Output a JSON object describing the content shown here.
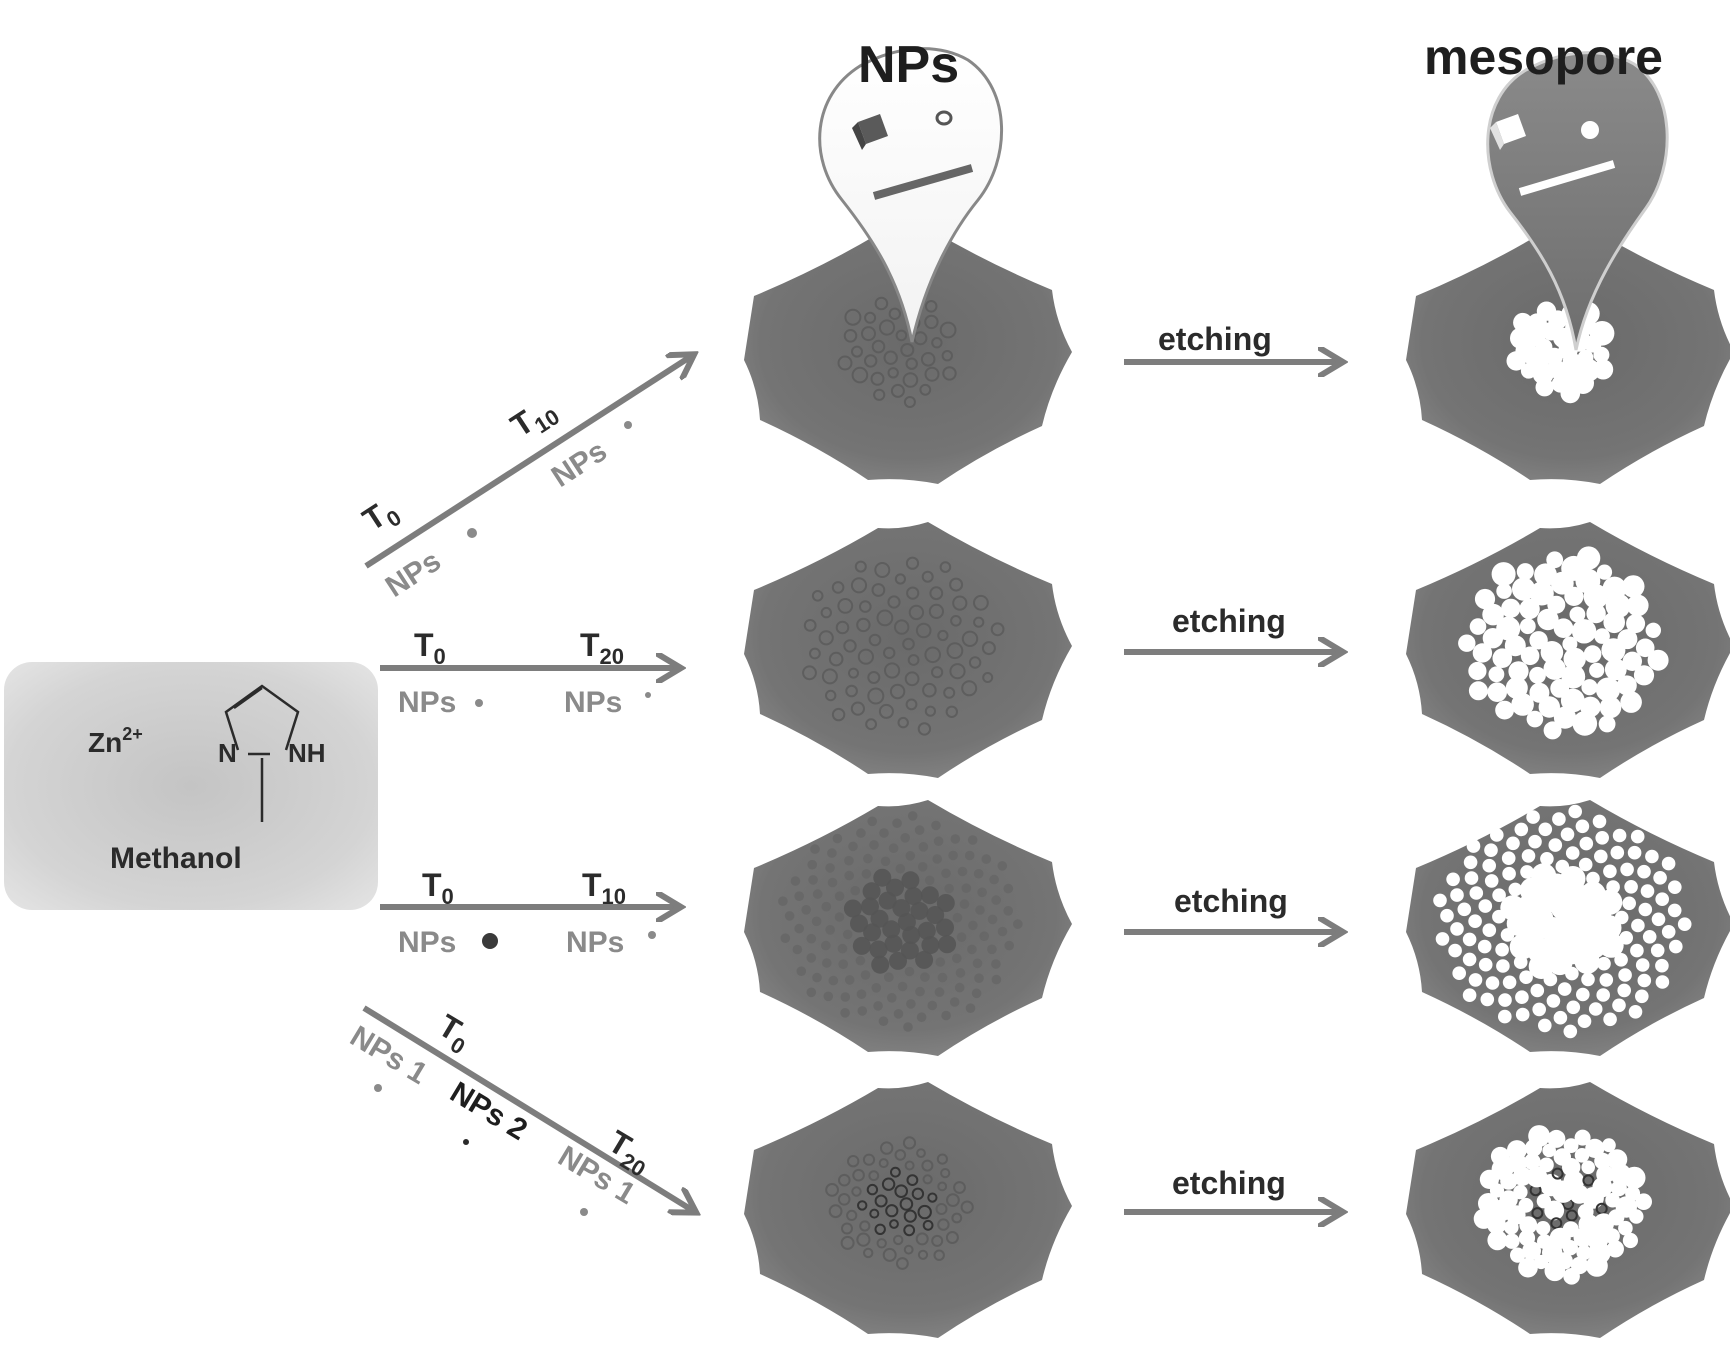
{
  "precursor": {
    "ion": "Zn",
    "ion_charge": "2+",
    "ligand_n": "N",
    "ligand_nh": "NH",
    "solvent": "Methanol"
  },
  "headers": {
    "nps": "NPs",
    "mesopore": "mesopore"
  },
  "routes": [
    {
      "t_start": "T",
      "t_start_sub": "0",
      "t_end": "T",
      "t_end_sub": "10",
      "np_start": "NPs",
      "np_end": "NPs",
      "etching": "etching"
    },
    {
      "t_start": "T",
      "t_start_sub": "0",
      "t_end": "T",
      "t_end_sub": "20",
      "np_start": "NPs",
      "np_end": "NPs",
      "etching": "etching"
    },
    {
      "t_start": "T",
      "t_start_sub": "0",
      "t_end": "T",
      "t_end_sub": "10",
      "np_start": "NPs",
      "np_end": "NPs",
      "etching": "etching"
    },
    {
      "t_start": "T",
      "t_start_sub": "0",
      "t_end": "T",
      "t_end_sub": "20",
      "np_start": "NPs 1",
      "np_mid": "NPs 2",
      "np_end": "NPs 1",
      "etching": "etching"
    }
  ],
  "colors": {
    "crystal": "#6e6e6e",
    "arrow": "#7d7d7d",
    "pore": "#ffffff",
    "np_embedded": "#5a5a5a",
    "np_dark": "#2a2a2a",
    "precursor_box": "#cfcfcf"
  }
}
